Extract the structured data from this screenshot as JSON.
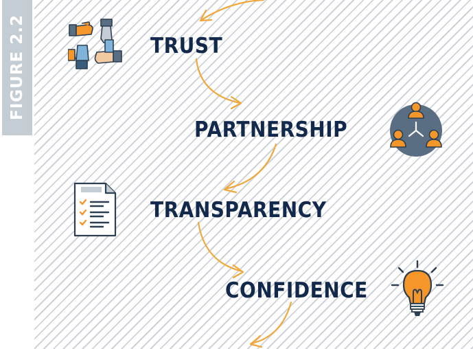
{
  "figure_label": "FIGURE 2.2",
  "steps": [
    {
      "label": "TRUST",
      "icon": "hands-teamwork-icon"
    },
    {
      "label": "PARTNERSHIP",
      "icon": "network-people-icon"
    },
    {
      "label": "TRANSPARENCY",
      "icon": "checklist-document-icon"
    },
    {
      "label": "CONFIDENCE",
      "icon": "lightbulb-icon"
    }
  ],
  "colors": {
    "text": "#13294b",
    "arrow": "#f0a83c",
    "accent_orange": "#f5962b",
    "slate": "#5a6e83",
    "stripe": "#cfd3d8",
    "label_bg": "#c4ccd4"
  }
}
